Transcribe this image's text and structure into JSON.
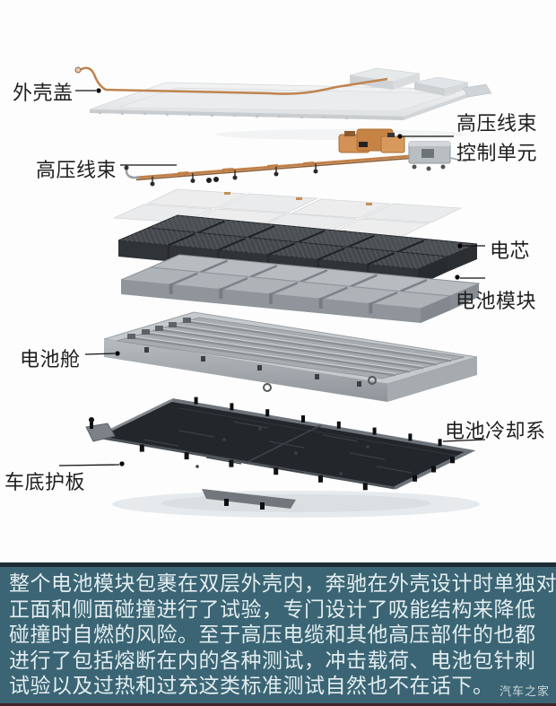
{
  "diagram": {
    "title_labels": {
      "shell_cover": "外壳盖",
      "hv_harness": "高压线束",
      "hv_unit_line1": "高压线束",
      "hv_unit_line2": "控制单元",
      "cell": "电芯",
      "battery_module": "电池模块",
      "battery_tray": "电池舱",
      "underbody_guard": "车底护板",
      "battery_cooling": "电池冷却系"
    }
  },
  "caption": {
    "lines": [
      "整个电池模块包裹在双层外壳内，奔驰在外壳设计时单独对",
      "正面和侧面碰撞进行了试验，专门设计了吸能结构来降低",
      "碰撞时自燃的风险。至于高压电缆和其他高压部件的也都",
      "进行了包括熔断在内的各种测试，冲击载荷、电池包针刺",
      "试验以及过热和过充这类标准测试自然也不在话下。"
    ]
  },
  "watermark": {
    "text": "汽车之家"
  },
  "colors": {
    "caption_background": "#3b6574",
    "caption_top_strip": "#1d2c37",
    "caption_bottom_strip": "#3f2228",
    "caption_text": "#e3edf0",
    "harness_orange": "#c98a4e",
    "copper_pipe": "#bf8450",
    "cell_dark": "#44484c",
    "tray_silver": "#c6cacd",
    "underbody_dark": "#23262a",
    "label_text": "#1f1f1f"
  }
}
